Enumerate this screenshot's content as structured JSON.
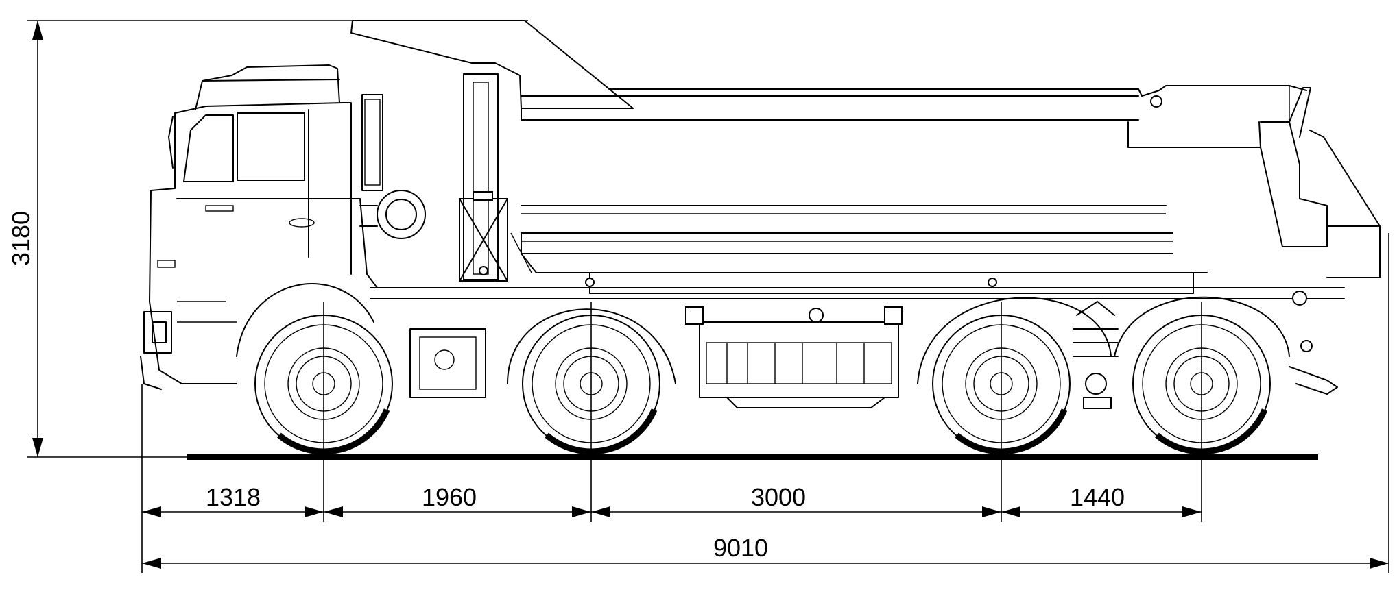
{
  "dimensions": {
    "overall_height": "3180",
    "front_overhang": "1318",
    "wheelbase_1_2": "1960",
    "wheelbase_2_3": "3000",
    "wheelbase_3_4": "1440",
    "overall_length": "9010"
  },
  "colors": {
    "line": "#000000",
    "background": "#ffffff"
  }
}
